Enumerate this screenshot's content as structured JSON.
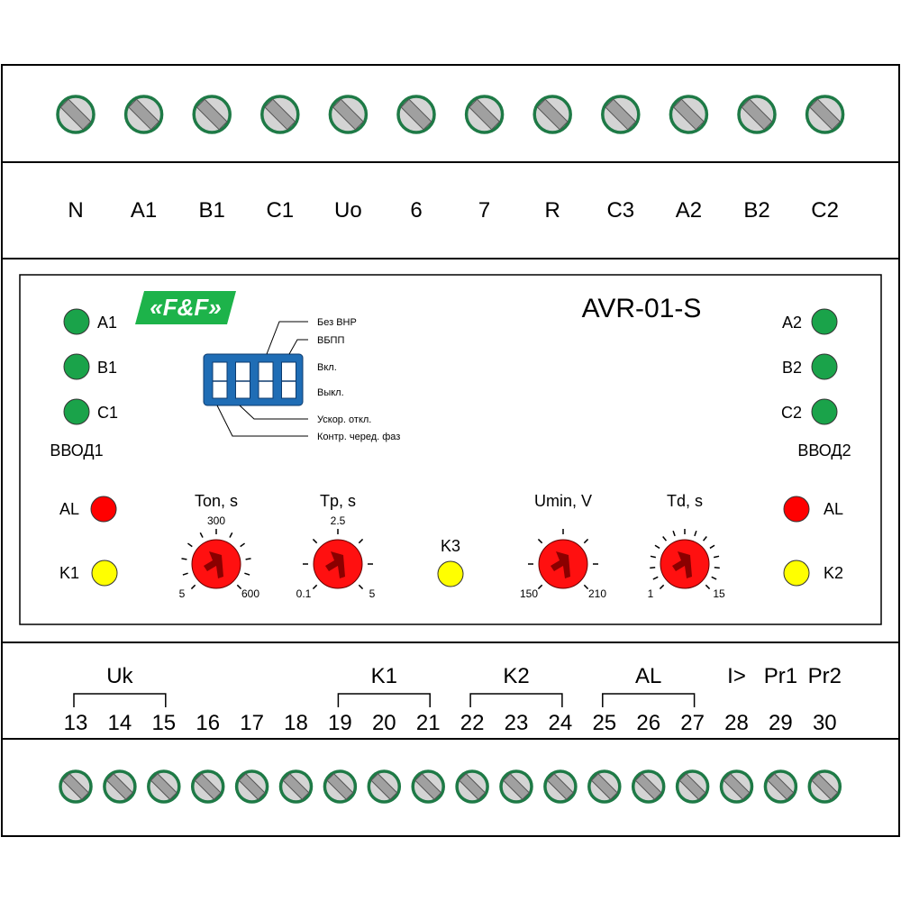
{
  "model": "AVR-01-S",
  "logo": "«F&F»",
  "top_terminals": [
    "N",
    "A1",
    "B1",
    "C1",
    "Uo",
    "6",
    "7",
    "R",
    "C3",
    "A2",
    "B2",
    "C2"
  ],
  "bottom_terminals": [
    "13",
    "14",
    "15",
    "16",
    "17",
    "18",
    "19",
    "20",
    "21",
    "22",
    "23",
    "24",
    "25",
    "26",
    "27",
    "28",
    "29",
    "30"
  ],
  "bottom_groups": [
    {
      "label": "Uk",
      "from": 0,
      "to": 2
    },
    {
      "label": "K1",
      "from": 6,
      "to": 8
    },
    {
      "label": "K2",
      "from": 9,
      "to": 11
    },
    {
      "label": "AL",
      "from": 12,
      "to": 14
    }
  ],
  "bottom_single_labels": [
    {
      "label": "I>",
      "index": 15
    },
    {
      "label": "Pr1",
      "index": 16
    },
    {
      "label": "Pr2",
      "index": 17
    }
  ],
  "input1": {
    "leds": [
      "A1",
      "B1",
      "C1"
    ],
    "title": "ВВОД1",
    "al": "AL",
    "k": "K1"
  },
  "input2": {
    "leds": [
      "A2",
      "B2",
      "C2"
    ],
    "title": "ВВОД2",
    "al": "AL",
    "k": "K2"
  },
  "k3_label": "K3",
  "dip": {
    "top_labels": [
      "Без ВНР",
      "ВБПП"
    ],
    "states": [
      "Вкл.",
      "Выкл."
    ],
    "bottom_labels": [
      "Ускор. откл.",
      "Контр. черед. фаз"
    ]
  },
  "knobs": [
    {
      "title": "Ton, s",
      "min": "5",
      "mid": "300",
      "max": "600",
      "ticks": 11
    },
    {
      "title": "Tp, s",
      "min": "0.1",
      "mid": "2.5",
      "max": "5",
      "ticks": 7
    },
    {
      "title": "Umin, V",
      "min": "150",
      "mid": "",
      "max": "210",
      "ticks": 7
    },
    {
      "title": "Td, s",
      "min": "1",
      "mid": "",
      "max": "15",
      "ticks": 15
    }
  ],
  "colors": {
    "green": "#1aa34a",
    "red": "#ff0000",
    "yellow": "#ffff00",
    "screw_ring": "#1e7a46",
    "dip": "#1f6db5",
    "logo": "#1db34a"
  }
}
